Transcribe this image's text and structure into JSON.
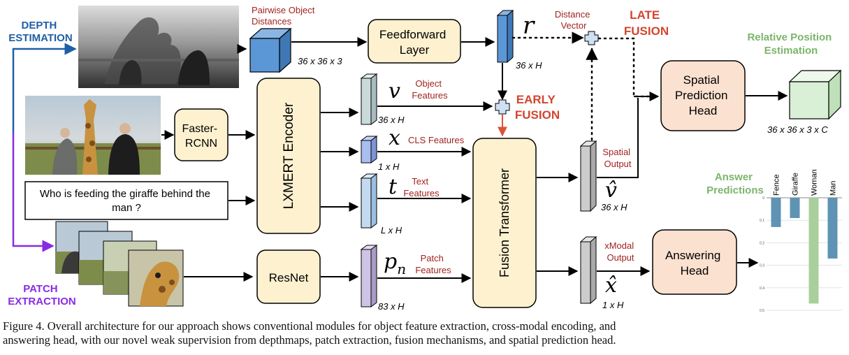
{
  "labels": {
    "depth_estimation": [
      "DEPTH",
      "ESTIMATION"
    ],
    "patch_extraction": [
      "PATCH",
      "EXTRACTION"
    ],
    "late_fusion": [
      "LATE",
      "FUSION"
    ],
    "early_fusion": [
      "EARLY",
      "FUSION"
    ],
    "relative_position_estimation": [
      "Relative Position",
      "Estimation"
    ],
    "answer_predictions": [
      "Answer",
      "Predictions"
    ]
  },
  "modules": {
    "feedforward_layer": [
      "Feedforward",
      "Layer"
    ],
    "faster_rcnn": [
      "Faster-",
      "RCNN"
    ],
    "lxmert_encoder": "LXMERT Encoder",
    "resnet": "ResNet",
    "fusion_transformer": "Fusion Transformer",
    "spatial_prediction_head": [
      "Spatial",
      "Prediction",
      "Head"
    ],
    "answering_head": [
      "Answering",
      "Head"
    ]
  },
  "question": [
    "Who is feeding the giraffe behind the",
    "man ?"
  ],
  "features": {
    "pairwise_distances": {
      "label": [
        "Pairwise Object",
        "Distances"
      ],
      "dims": "36 x 36 x 3"
    },
    "r": {
      "symbol": "r",
      "label": [
        "Distance",
        "Vector"
      ],
      "dims": "36 x H"
    },
    "v": {
      "symbol": "v",
      "label": [
        "Object",
        "Features"
      ],
      "dims": "36 x H"
    },
    "x": {
      "symbol": "x",
      "label": [
        "CLS Features"
      ],
      "dims": "1 x H"
    },
    "t": {
      "symbol": "t",
      "label": [
        "Text",
        "Features"
      ],
      "dims": "L x H"
    },
    "pn": {
      "symbol": "p",
      "subscript": "n",
      "label": [
        "Patch",
        "Features"
      ],
      "dims": "83 x H"
    },
    "v_hat": {
      "symbol": "v̂",
      "label": [
        "Spatial",
        "Output"
      ],
      "dims": "36 x H"
    },
    "x_hat": {
      "symbol": "x̂",
      "label": [
        "xModal",
        "Output"
      ],
      "dims": "1 x H"
    },
    "output_cube": {
      "dims": "36 x 36 x 3 x C"
    }
  },
  "colors": {
    "red_text": "#a0231f",
    "late_fusion": "#d2452f",
    "early_fusion": "#d2452f",
    "depth_label": "#1f5fa6",
    "patch_label": "#8a2be2",
    "green_label": "#7cb56b",
    "module_fill": "#fdf1cf",
    "encoder_fill": "#fdf1cf",
    "head_fill": "#fbe1cf",
    "cube_blue": "#5b97d6",
    "cube_green": "#d9efd6",
    "depth_arrow": "#1f5fa6",
    "patch_arrow": "#8a2be2",
    "fusion_arrow": "#d9543a",
    "bar_blue": "#5f93b4",
    "bar_green": "#a9cf9c"
  },
  "chart_data": {
    "type": "bar",
    "title": "",
    "categories": [
      "Fence",
      "Giraffe",
      "Woman",
      "Man"
    ],
    "values": [
      0.13,
      0.09,
      0.47,
      0.27
    ],
    "colors": [
      "#5f93b4",
      "#5f93b4",
      "#a9cf9c",
      "#5f93b4"
    ],
    "ylim": [
      0,
      0.5
    ],
    "y_ticks": [
      "0",
      "0.1",
      "0.2",
      "0.3",
      "0.4",
      "0.5"
    ],
    "orientation": "downward",
    "grid": true
  },
  "caption": [
    "Figure 4.   Overall architecture for our approach shows conventional modules for object feature extraction, cross-modal encoding, and",
    "answering head, with our novel weak supervision from depthmaps, patch extraction, fusion mechanisms, and spatial prediction head."
  ]
}
